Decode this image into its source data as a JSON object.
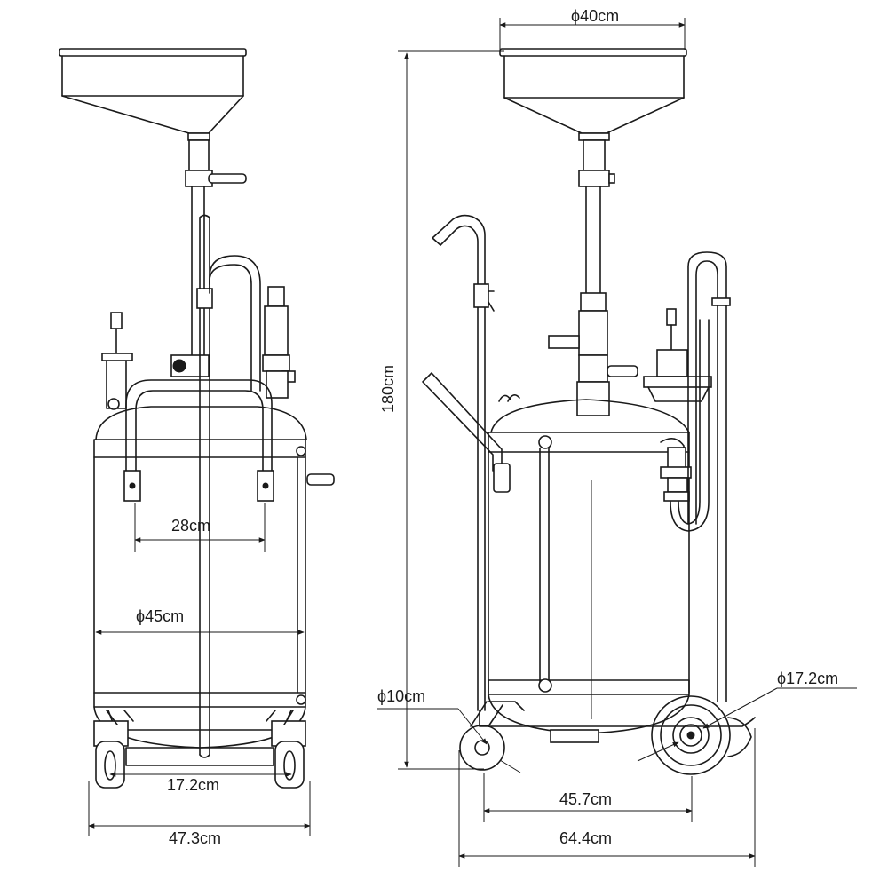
{
  "labels": {
    "funnel_diameter": "ϕ40cm",
    "height": "180cm",
    "handle_spacing": "28cm",
    "tank_diameter": "ϕ45cm",
    "front_wheel_track": "17.2cm",
    "base_width": "47.3cm",
    "small_wheel": "ϕ10cm",
    "large_wheel": "ϕ17.2cm",
    "wheelbase": "45.7cm",
    "overall_depth": "64.4cm"
  }
}
